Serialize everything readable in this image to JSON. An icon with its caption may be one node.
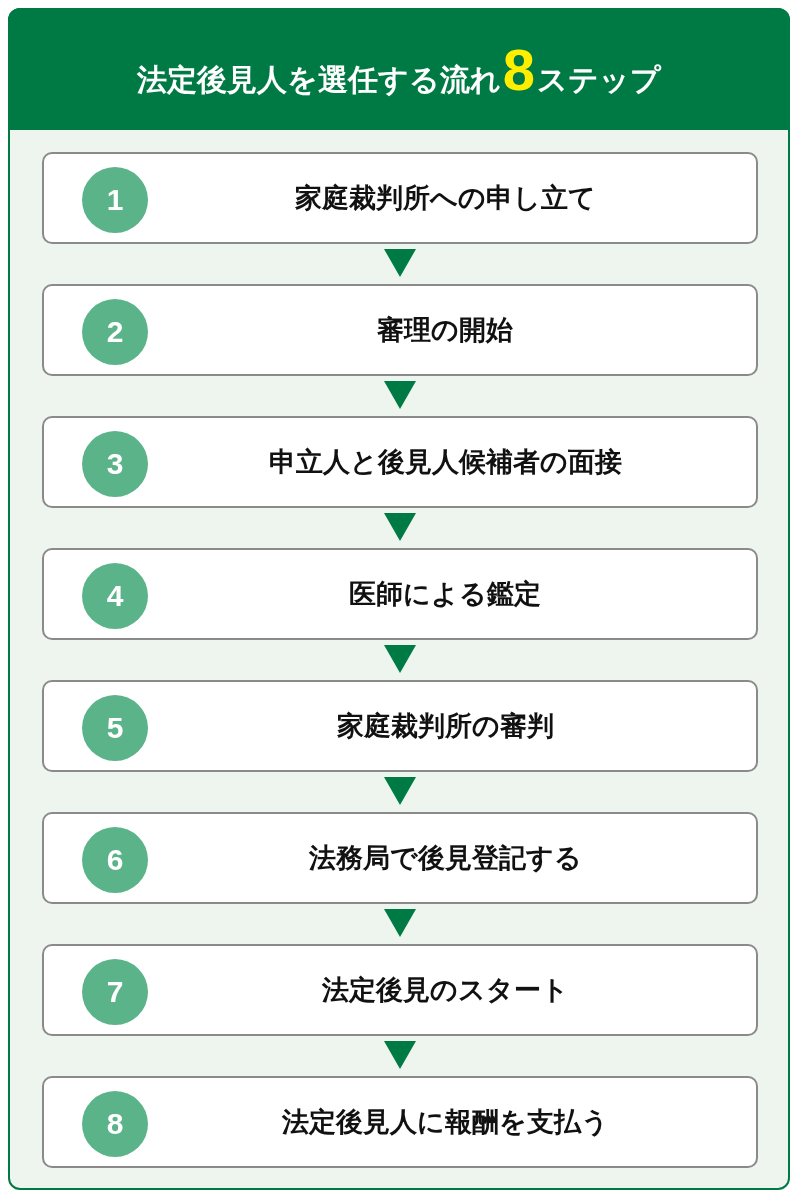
{
  "diagram": {
    "title": "法定後見人を選任する流れ**8**ステップ",
    "nodes": [
      {
        "text": [
          "家庭裁判所への申し立て"
        ]
      },
      {
        "text": [
          "1"
        ],
        "in": 0
      },
      {
        "text": [
          "審理の開始"
        ]
      },
      {
        "text": [
          "2"
        ],
        "in": 2
      },
      {
        "text": [
          "申立人と後見人候補者の面接"
        ]
      },
      {
        "text": [
          "3"
        ],
        "in": 4
      },
      {
        "text": [
          "医師による鑑定"
        ]
      },
      {
        "text": [
          "4"
        ],
        "in": 6
      },
      {
        "text": [
          "家庭裁判所の審判"
        ]
      },
      {
        "text": [
          "5"
        ],
        "in": 8
      },
      {
        "text": [
          "法務局で後見登記する"
        ]
      },
      {
        "text": [
          "6"
        ],
        "in": 10
      },
      {
        "text": [
          "法定後見のスタート"
        ]
      },
      {
        "text": [
          "7"
        ],
        "in": 12
      },
      {
        "text": [
          "法定後見人に報酬を支払う"
        ]
      },
      {
        "text": [
          "8"
        ],
        "in": 14
      }
    ],
    "edges": [
      {
        "from": 0,
        "to": 2,
        "arrow": "to"
      },
      {
        "from": 2,
        "to": 4,
        "arrow": "to"
      },
      {
        "from": 4,
        "to": 6,
        "arrow": "to"
      },
      {
        "from": 6,
        "to": 8,
        "arrow": "to"
      },
      {
        "from": 8,
        "to": 10,
        "arrow": "to"
      },
      {
        "from": 10,
        "to": 12,
        "arrow": "to"
      },
      {
        "from": 12,
        "to": 14,
        "arrow": "to"
      }
    ]
  }
}
